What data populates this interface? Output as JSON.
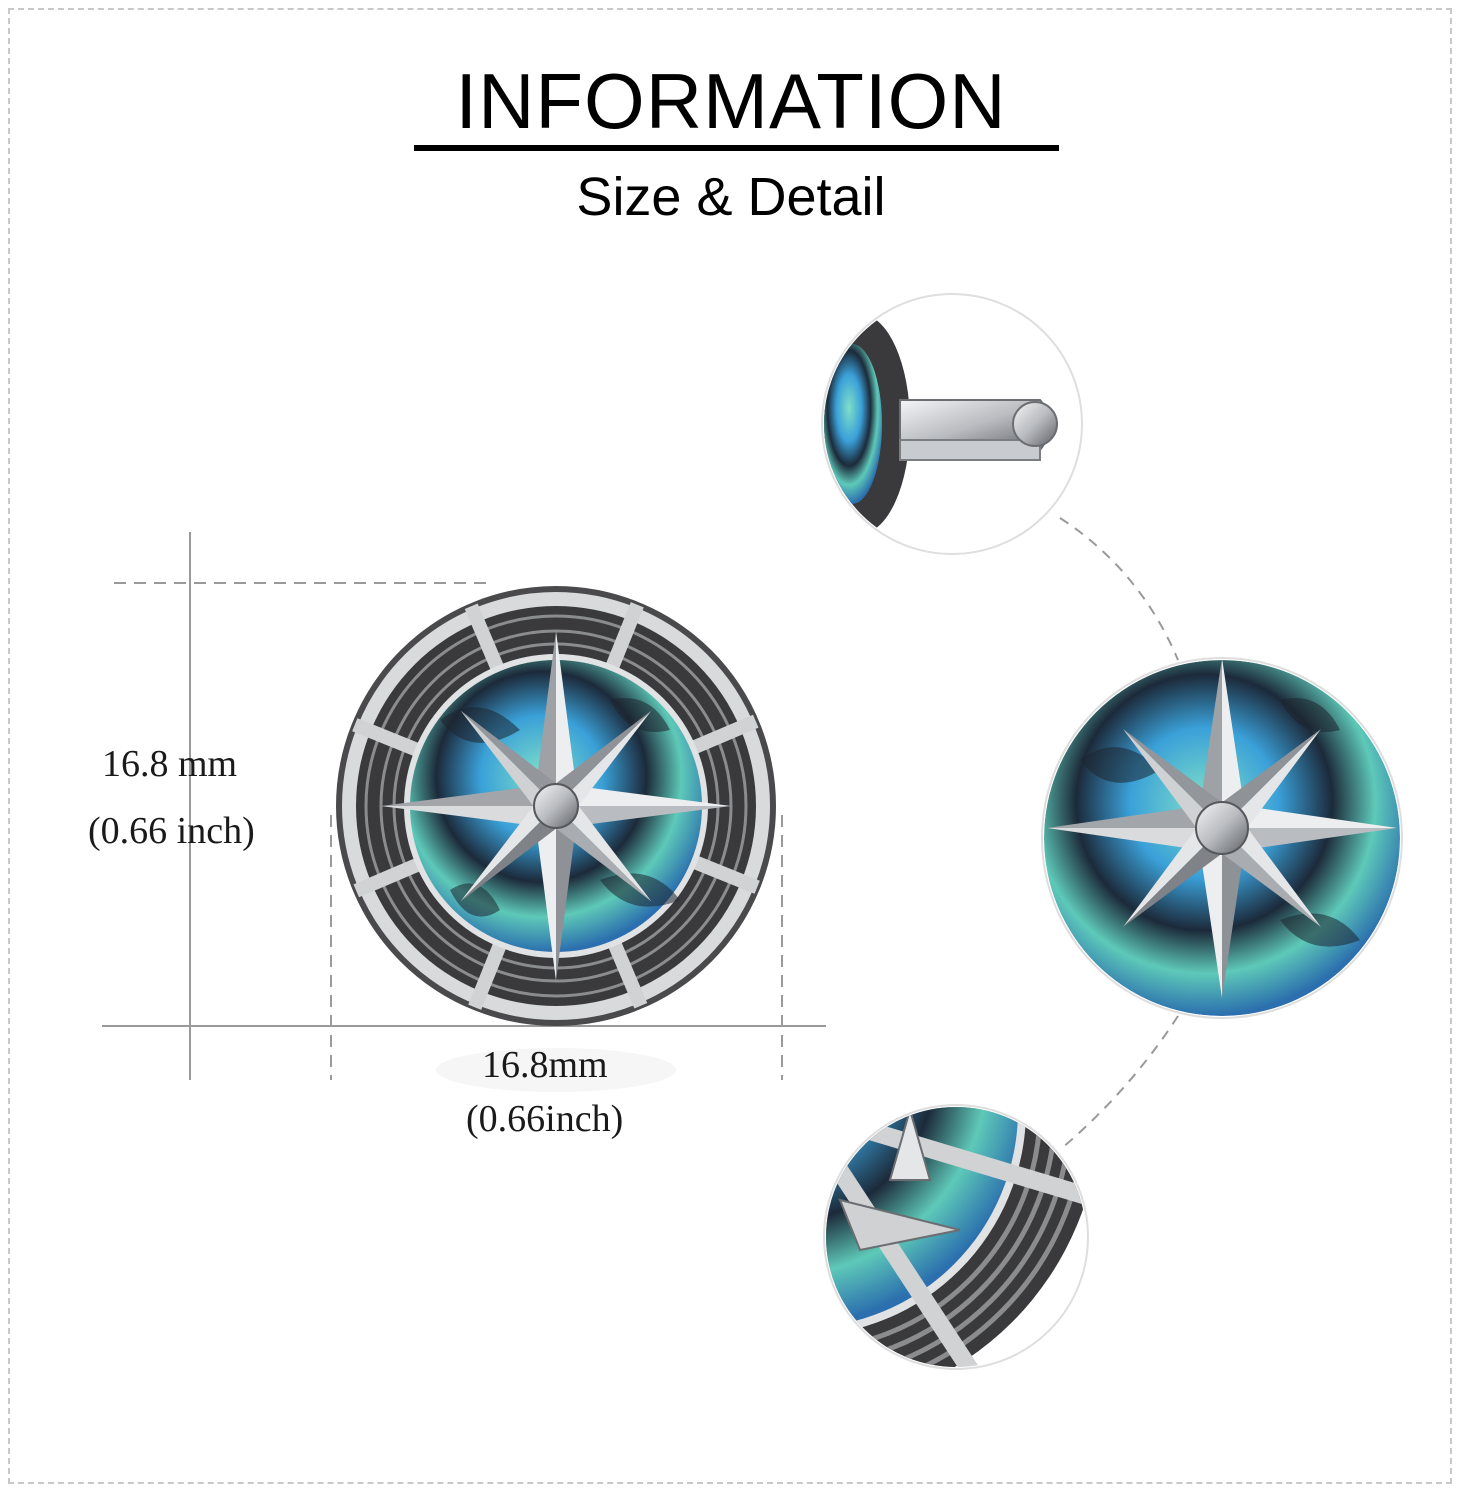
{
  "header": {
    "title": "INFORMATION",
    "subtitle": "Size & Detail"
  },
  "dimensions": {
    "height_mm": "16.8 mm",
    "height_inch": "(0.66 inch)",
    "width_mm": "16.8mm",
    "width_inch": "(0.66inch)"
  },
  "colors": {
    "silver": "#c9ccd0",
    "dark_metal": "#3a3a3c",
    "abalone_blue": "#3aa0d8",
    "abalone_green": "#6fd8b0",
    "guide_line": "#9a9a9a"
  },
  "icons": {
    "main_product": "compass-cufflink-icon",
    "detail_side": "cufflink-side-view-icon",
    "detail_front": "compass-star-closeup-icon",
    "detail_edge": "rim-closeup-icon"
  }
}
